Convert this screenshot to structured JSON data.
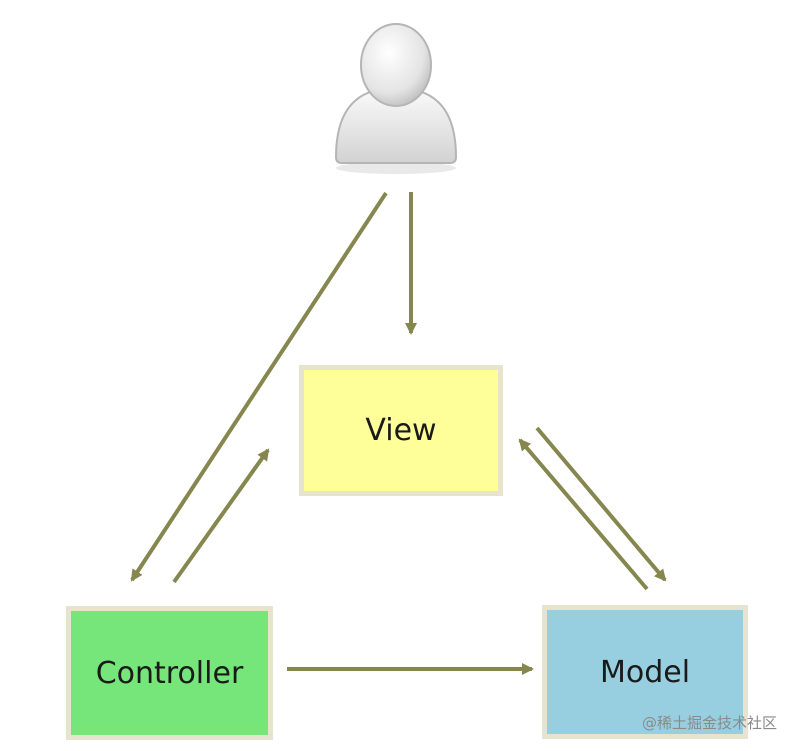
{
  "nodes": {
    "view": {
      "label": "View",
      "color": "#ffff99"
    },
    "controller": {
      "label": "Controller",
      "color": "#76e67a"
    },
    "model": {
      "label": "Model",
      "color": "#98cfe0"
    },
    "user": {
      "icon": "user-icon"
    }
  },
  "edges": [
    {
      "from": "user",
      "to": "view"
    },
    {
      "from": "user",
      "to": "controller"
    },
    {
      "from": "controller",
      "to": "view"
    },
    {
      "from": "controller",
      "to": "model"
    },
    {
      "from": "view",
      "to": "model"
    },
    {
      "from": "model",
      "to": "view"
    }
  ],
  "arrow_color": "#85874f",
  "watermark": "@稀土掘金技术社区"
}
